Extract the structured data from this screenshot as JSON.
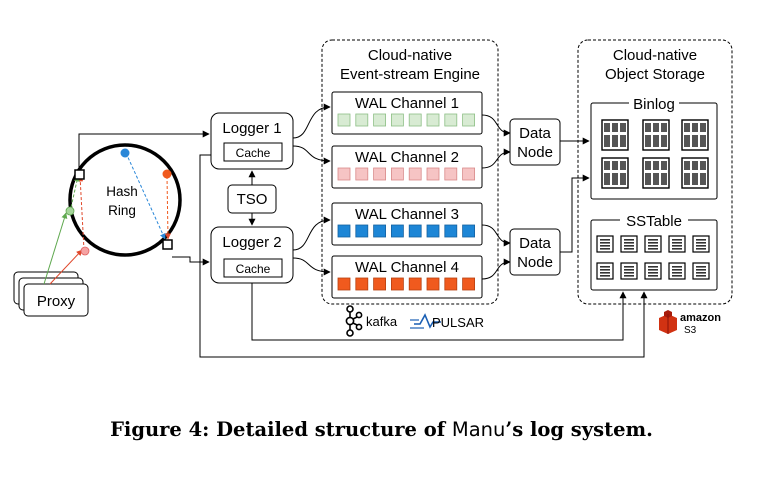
{
  "diagram": {
    "proxy_label": "Proxy",
    "hash_ring_label": [
      "Hash",
      "Ring"
    ],
    "loggers": [
      {
        "label": "Logger 1",
        "cache_label": "Cache"
      },
      {
        "label": "Logger 2",
        "cache_label": "Cache"
      }
    ],
    "tso_label": "TSO",
    "event_stream": {
      "title": [
        "Cloud-native",
        "Event-stream Engine"
      ],
      "channels": [
        {
          "label": "WAL Channel 1",
          "fill": "#d8ebd3",
          "stroke": "#8dbf85"
        },
        {
          "label": "WAL Channel 2",
          "fill": "#f6c4c4",
          "stroke": "#d98a8a"
        },
        {
          "label": "WAL Channel 3",
          "fill": "#1d86d6",
          "stroke": "#1461a0"
        },
        {
          "label": "WAL Channel 4",
          "fill": "#f05a1e",
          "stroke": "#b8400f"
        }
      ],
      "logos": [
        {
          "name": "kafka",
          "label": "kafka",
          "icon": "kafka-icon"
        },
        {
          "name": "pulsar",
          "label": "PULSAR",
          "icon": "pulsar-icon"
        }
      ]
    },
    "data_nodes": [
      {
        "label": [
          "Data",
          "Node"
        ]
      },
      {
        "label": [
          "Data",
          "Node"
        ]
      }
    ],
    "object_storage": {
      "title": [
        "Cloud-native",
        "Object Storage"
      ],
      "binlog_label": "Binlog",
      "sstable_label": "SSTable",
      "s3_logo": {
        "line1": "amazon",
        "line2": "S3",
        "color": "#d13212"
      }
    },
    "ring_point_colors": {
      "blue": "#2a87d8",
      "orange": "#f05a1e",
      "pink": "#f5a3a3",
      "green": "#a5d49a"
    }
  },
  "caption": {
    "prefix": "Figure 4: Detailed structure of ",
    "product": "Manu",
    "suffix": "’s log system."
  }
}
